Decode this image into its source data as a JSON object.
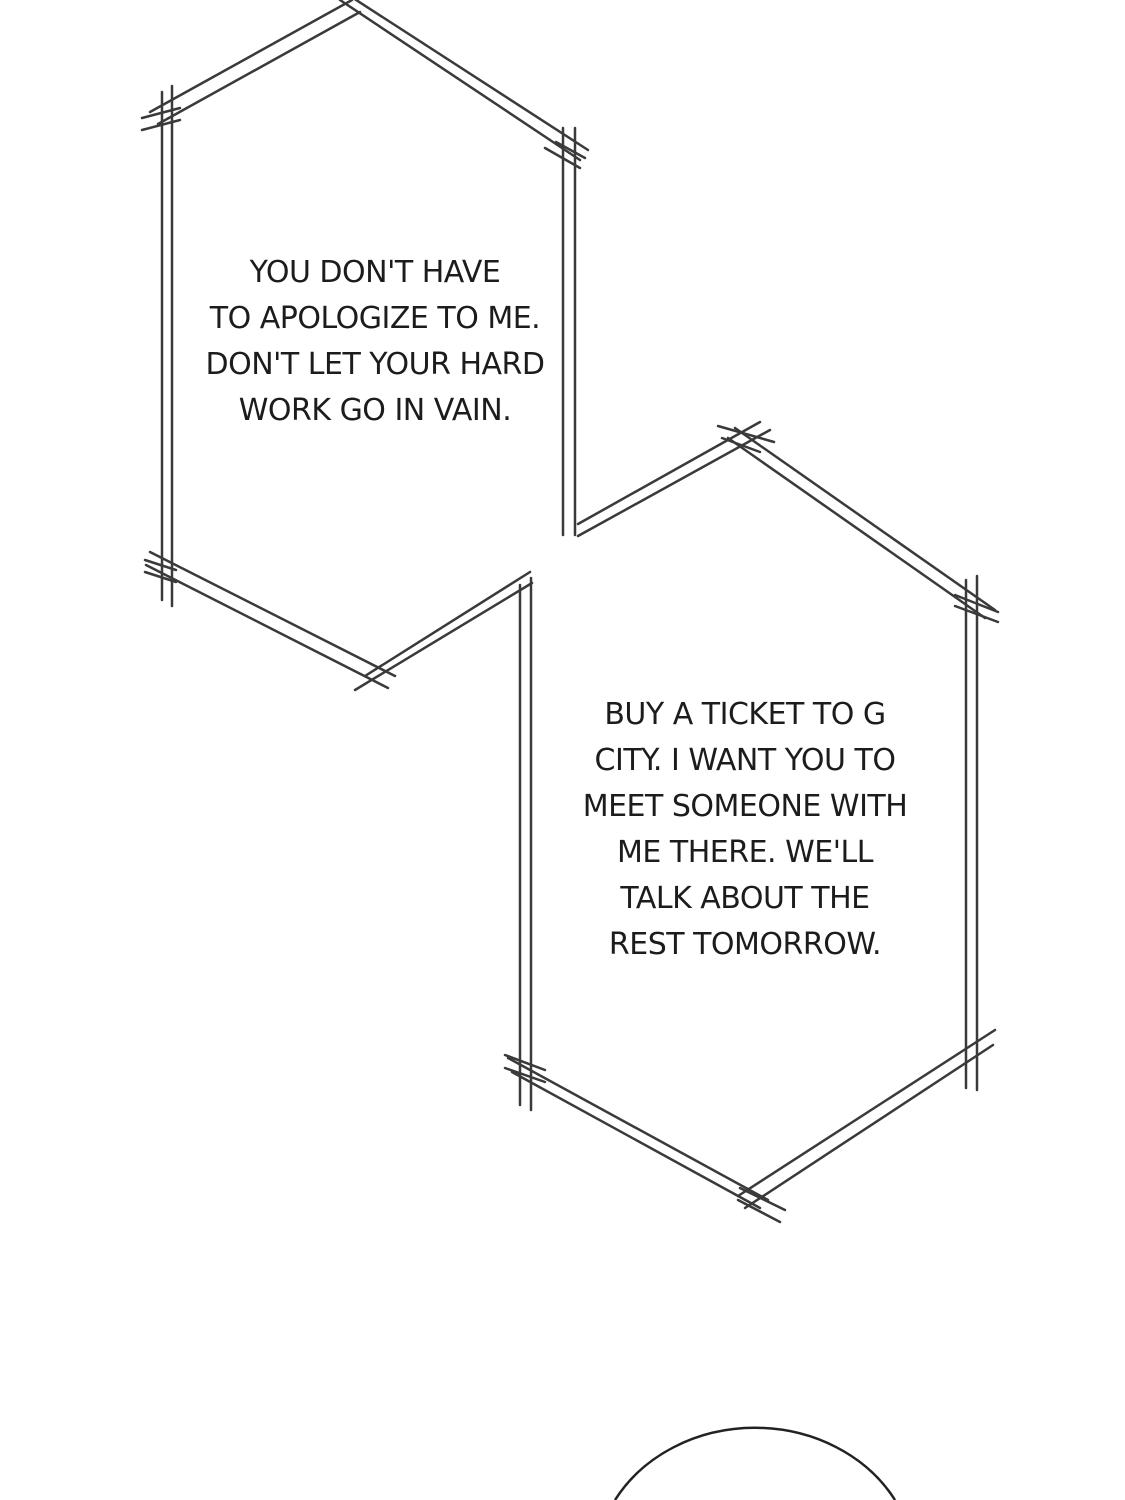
{
  "bubbles": [
    {
      "lines": [
        "YOU DON'T HAVE",
        "TO APOLOGIZE TO ME.",
        "DON'T LET YOUR HARD",
        "WORK GO IN VAIN."
      ]
    },
    {
      "lines": [
        "BUY A TICKET TO G",
        "CITY. I WANT YOU TO",
        "MEET SOMEONE WITH",
        "ME THERE. WE'LL",
        "TALK ABOUT THE",
        "REST TOMORROW."
      ]
    }
  ],
  "colors": {
    "background": "#ffffff",
    "ink": "#1c1c1c",
    "frame": "#3a3a3a"
  }
}
